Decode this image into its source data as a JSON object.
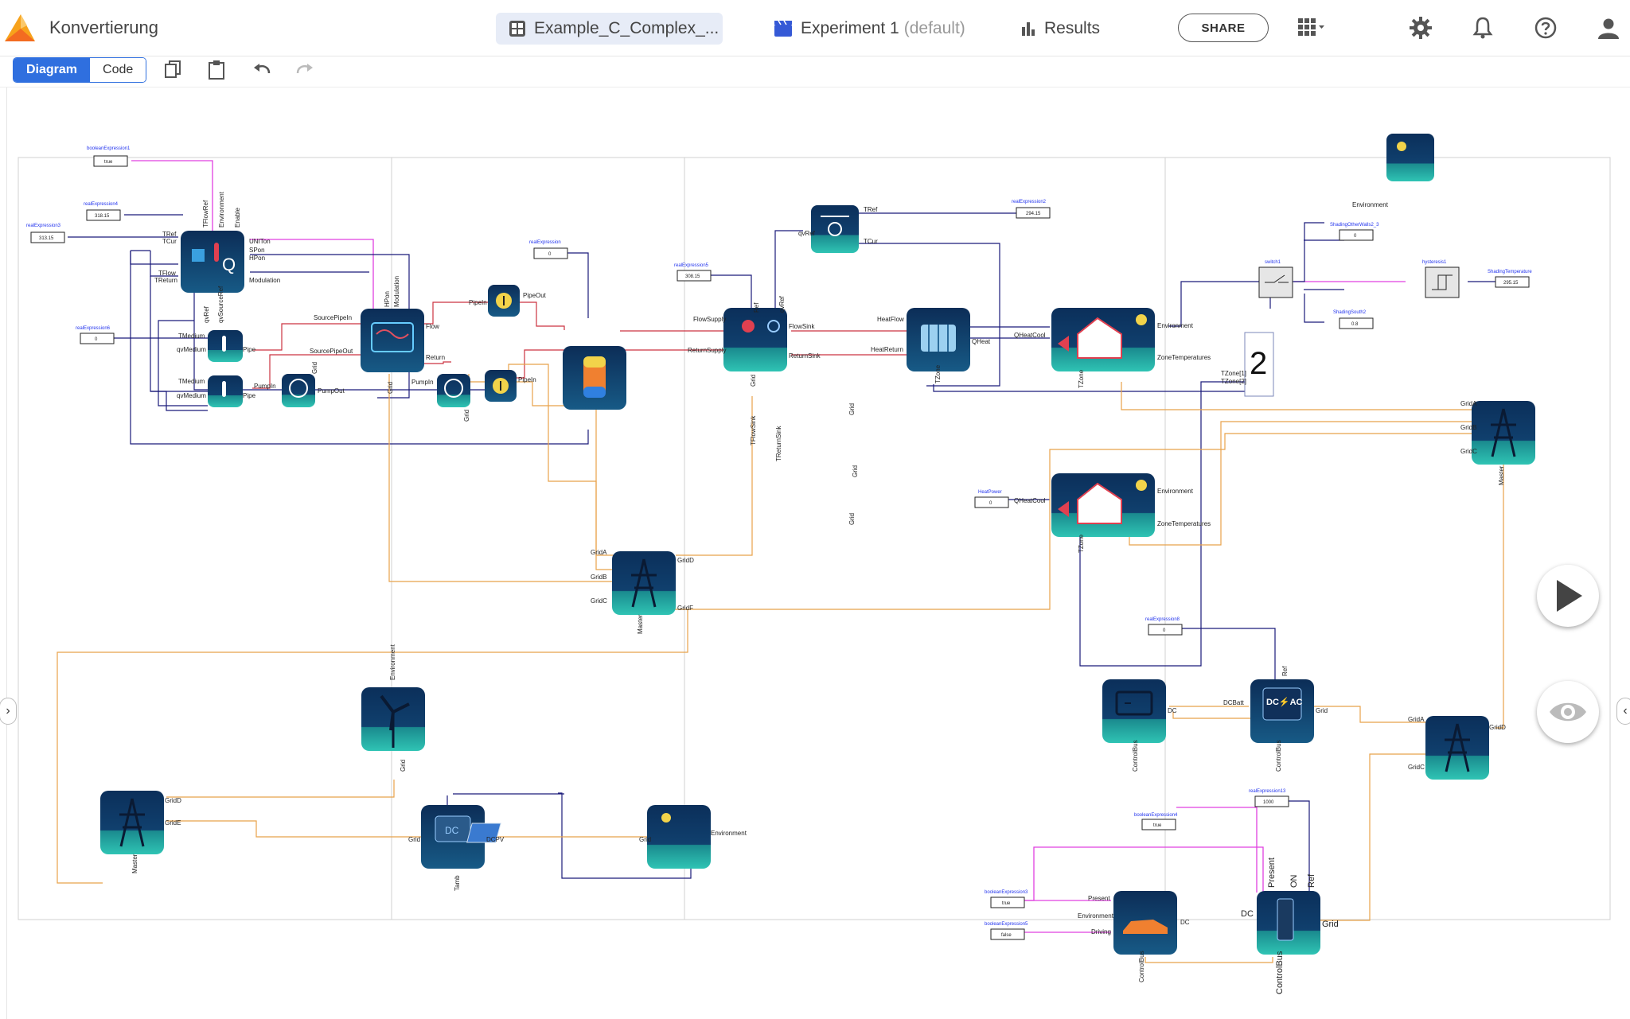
{
  "header": {
    "app_title": "Konvertierung",
    "model_name": "Example_C_Complex_...",
    "experiment_name": "Experiment 1",
    "experiment_tag": "(default)",
    "results_label": "Results",
    "share_label": "SHARE"
  },
  "toolbar": {
    "diagram_label": "Diagram",
    "code_label": "Code"
  },
  "colors": {
    "accent": "#2f6fdf",
    "signal": "#1a1a7a",
    "boolean": "#e040e0",
    "electric": "#e8a24a",
    "fluid": "#cc3340",
    "tile": "#0f3b63"
  },
  "icons": [
    "copy-icon",
    "paste-icon",
    "undo-icon",
    "redo-icon",
    "gear-icon",
    "bell-icon",
    "help-icon",
    "user-icon",
    "play-icon",
    "eye-icon",
    "grid-apps-icon",
    "chart-icon",
    "clapper-icon",
    "model-icon"
  ],
  "diagram": {
    "count_display": "2",
    "labels": {
      "boolExpr1": "booleanExpression1",
      "boolVal1": "true",
      "realExpr4": "realExpression4",
      "realVal4": "318.15",
      "realExpr3": "realExpression3",
      "realVal3": "313.15",
      "realExpr6": "realExpression6",
      "realVal6": "0",
      "realExpr": "realExpression",
      "realVal": "0",
      "realExpr5": "realExpression5",
      "realVal5": "308.15",
      "realExpr2": "realExpression2",
      "realVal2": "294.15",
      "shadingOther": "ShadingOtherWalls2_3",
      "shadingOtherVal": "0",
      "switch1": "switch1",
      "hysteresis1": "hysteresis1",
      "shadingTemp": "ShadingTemperature",
      "shadingTempVal": "295.15",
      "shadingSouth": "ShadingSouth2",
      "shadingSouthVal": "0.8",
      "heatPower": "HeatPower",
      "heatPowerVal": "0",
      "realExpr8": "realExpression8",
      "realVal8": "0",
      "realExpr13": "realExpression13",
      "realVal13": "1000",
      "boolExpr4": "booleanExpression4",
      "boolVal4": "true",
      "boolExpr3": "booleanExpression3",
      "boolVal3": "true",
      "boolExpr5": "booleanExpression5",
      "boolVal5": "false",
      "TRef": "TRef",
      "TCur": "TCur",
      "TFlow": "TFlow",
      "TReturn": "TReturn",
      "TFlowRef": "TFlowRef",
      "Environment": "Environment",
      "Enable": "Enable",
      "UNITon": "UNITon",
      "SPon": "SPon",
      "HPon": "HPon",
      "Modulation": "Modulation",
      "qvRef": "qvRef",
      "qvSourceRef": "qvSourceRef",
      "TMedium": "TMedium",
      "qvMedium": "qvMedium",
      "Pipe": "Pipe",
      "SourcePipeIn": "SourcePipeIn",
      "SourcePipeOut": "SourcePipeOut",
      "Flow": "Flow",
      "Return": "Return",
      "PipeIn": "PipeIn",
      "PipeOut": "PipeOut",
      "PumpIn": "PumpIn",
      "PumpOut": "PumpOut",
      "Grid": "Grid",
      "FlowSupply": "FlowSupply",
      "ReturnSupply": "ReturnSupply",
      "FlowSink": "FlowSink",
      "ReturnSink": "ReturnSink",
      "TFlowSink": "TFlowSink",
      "TReturnSink": "TReturnSink",
      "HeatFlow": "HeatFlow",
      "HeatReturn": "HeatReturn",
      "QHeat": "QHeat",
      "TZone": "TZone",
      "QHeatCool": "QHeatCool",
      "ZoneTemperatures": "ZoneTemperatures",
      "TZone1": "TZone[1]",
      "TZone2": "TZone[2]",
      "GridA": "GridA",
      "GridB": "GridB",
      "GridC": "GridC",
      "GridD": "GridD",
      "GridE": "GridE",
      "GridF": "GridF",
      "Master": "Master",
      "DC": "DC",
      "DCBatt": "DCBatt",
      "DCPV": "DCPV",
      "ControlBus": "ControlBus",
      "Present": "Present",
      "Driving": "Driving",
      "ON": "ON",
      "Ref": "Ref",
      "Tamb": "Tamb"
    }
  }
}
